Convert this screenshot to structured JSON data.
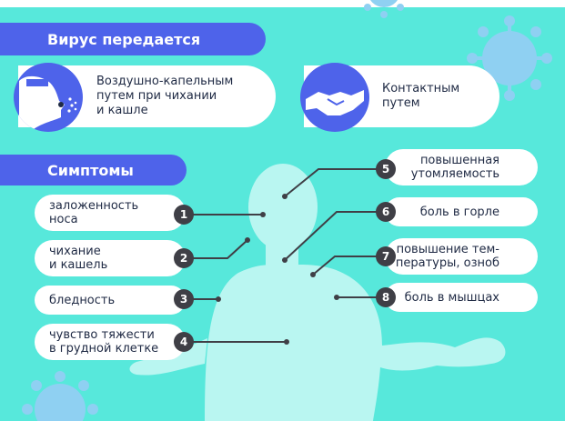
{
  "transmission": {
    "header": "Вирус передается",
    "airborne": "Воздушно-капельным\nпутем при чихании\nи кашле",
    "contact": "Контактным\nпутем"
  },
  "symptoms": {
    "header": "Симптомы",
    "items": [
      {
        "number": "1",
        "text": "заложенность\nноса"
      },
      {
        "number": "2",
        "text": "чихание\nи кашель"
      },
      {
        "number": "3",
        "text": "бледность"
      },
      {
        "number": "4",
        "text": "чувство тяжести\nв грудной клетке"
      },
      {
        "number": "5",
        "text": "повышенная\nутомляемость"
      },
      {
        "number": "6",
        "text": "боль в горле"
      },
      {
        "number": "7",
        "text": "повышение тем-\nпературы, озноб"
      },
      {
        "number": "8",
        "text": "боль в мышцах"
      }
    ]
  },
  "colors": {
    "background": "#57e8db",
    "accent_blue": "#4e63ea",
    "silhouette": "#b9f6f1",
    "badge": "#3f3f46",
    "virus_decor": "#8fd0f2"
  },
  "icons": [
    "sneezing-person-icon",
    "handshake-icon",
    "virus-icon"
  ]
}
